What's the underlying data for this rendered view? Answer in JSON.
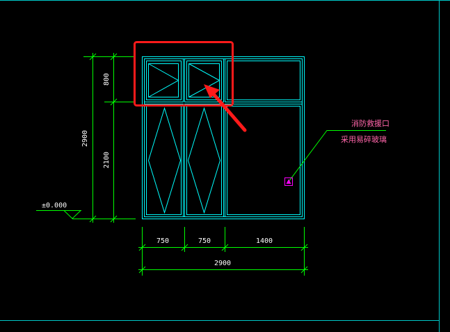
{
  "colors": {
    "background": "#000000",
    "window_frame": "#00ffff",
    "dimension": "#00ff00",
    "dimension_text": "#ffffff",
    "annotation": "#ff66aa",
    "marker": "#ff00ff",
    "highlight": "#ff1a1a",
    "viewport_border": "#00c8c8"
  },
  "dimensions": {
    "vertical_total": "2900",
    "vertical_upper": "800",
    "vertical_lower": "2100",
    "horizontal_1": "750",
    "horizontal_2": "750",
    "horizontal_3": "1400",
    "horizontal_total": "2900"
  },
  "elevation_label": "±0.000",
  "annotation": {
    "line1": "消防救援口",
    "line2": "采用易碎玻璃"
  },
  "highlight": {
    "target": "upper-left-transom-panels"
  }
}
